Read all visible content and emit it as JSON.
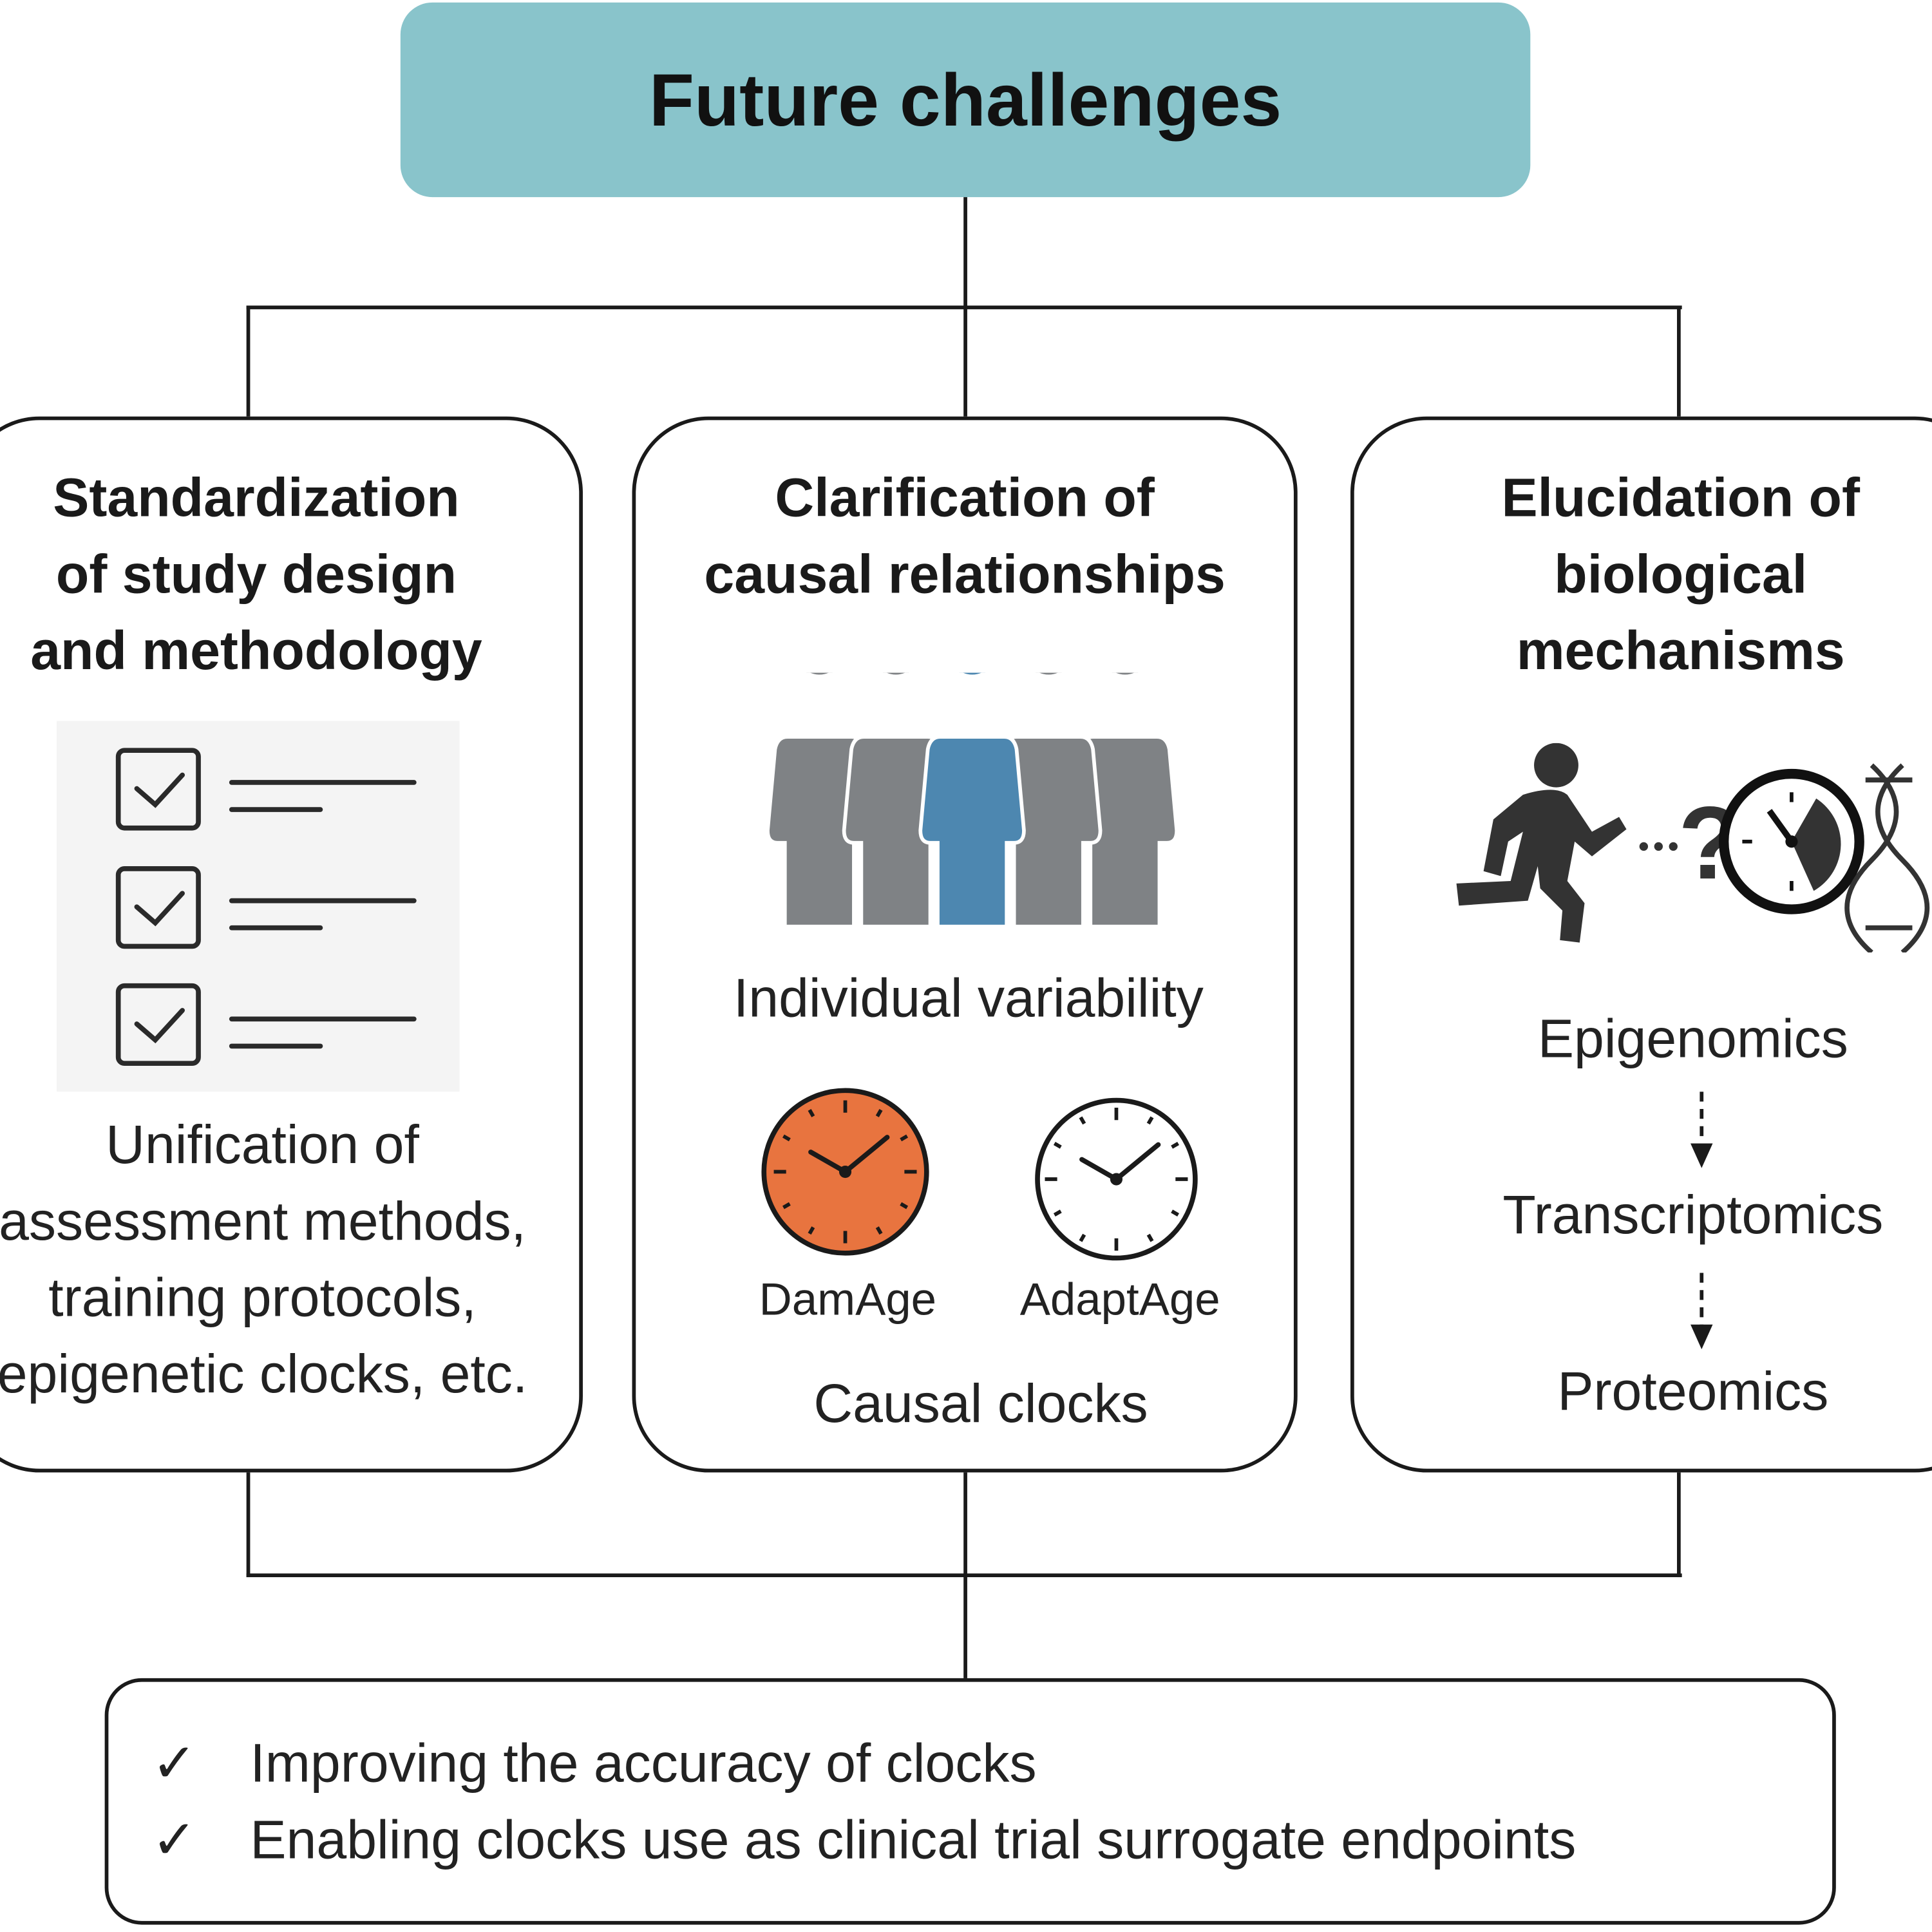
{
  "title": "Future challenges",
  "columns": [
    {
      "heading": [
        "Standardization",
        "of study design",
        "and methodology"
      ],
      "icon": "checklist-icon",
      "body": [
        "Unification of",
        "assessment methods,",
        "training protocols,",
        "epigenetic clocks, etc."
      ]
    },
    {
      "heading": [
        "Clarification of",
        "causal relationships"
      ],
      "icon": "people-group-icon",
      "caption": "Individual variability",
      "clocks": [
        {
          "label": "DamAge",
          "color": "#e8743f"
        },
        {
          "label": "AdaptAge",
          "color": "#ffffff"
        }
      ],
      "footer": "Causal clocks"
    },
    {
      "heading": [
        "Elucidation of",
        "biological",
        "mechanisms"
      ],
      "icons": [
        "running-person-icon",
        "question-mark-icon",
        "clock-icon",
        "dna-icon"
      ],
      "ellipsis": "...?",
      "omics": [
        "Epigenomics",
        "Transcriptomics",
        "Proteomics"
      ]
    }
  ],
  "outcomes": {
    "check": "✓",
    "items": [
      "Improving the accuracy of clocks",
      "Enabling clocks use as clinical trial surrogate endpoints"
    ]
  },
  "colors": {
    "title_bg": "#89c4cb",
    "highlight_person": "#4d87b0",
    "person": "#7f8285",
    "damage_clock": "#e8743f"
  }
}
